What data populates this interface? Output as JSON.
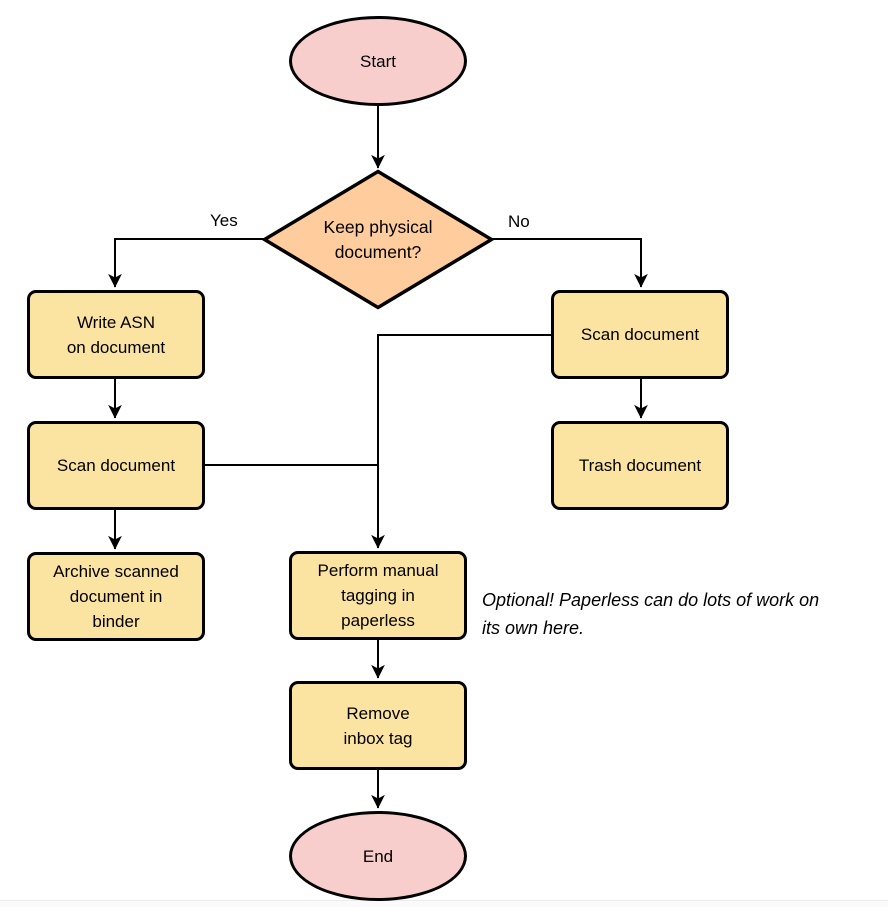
{
  "diagram": {
    "type": "flowchart",
    "nodes": {
      "start": {
        "label": "Start",
        "shape": "ellipse"
      },
      "decision": {
        "label": "Keep physical\ndocument?",
        "shape": "diamond"
      },
      "write_asn": {
        "label": "Write ASN\non document",
        "shape": "process"
      },
      "scan_left": {
        "label": "Scan document",
        "shape": "process"
      },
      "archive": {
        "label": "Archive scanned\ndocument in\nbinder",
        "shape": "process"
      },
      "scan_right": {
        "label": "Scan document",
        "shape": "process"
      },
      "trash": {
        "label": "Trash document",
        "shape": "process"
      },
      "tagging": {
        "label": "Perform manual\ntagging in\npaperless",
        "shape": "process"
      },
      "remove_inbox": {
        "label": "Remove\ninbox tag",
        "shape": "process"
      },
      "end": {
        "label": "End",
        "shape": "ellipse"
      }
    },
    "edge_labels": {
      "yes": "Yes",
      "no": "No"
    },
    "note": "Optional! Paperless can do lots of work on\nits own here.",
    "colors": {
      "terminal_fill": "#f8cecc",
      "process_fill": "#fbe3a2",
      "decision_fill": "#ffcc9e",
      "stroke": "#000000",
      "background": "#ffffff"
    }
  }
}
